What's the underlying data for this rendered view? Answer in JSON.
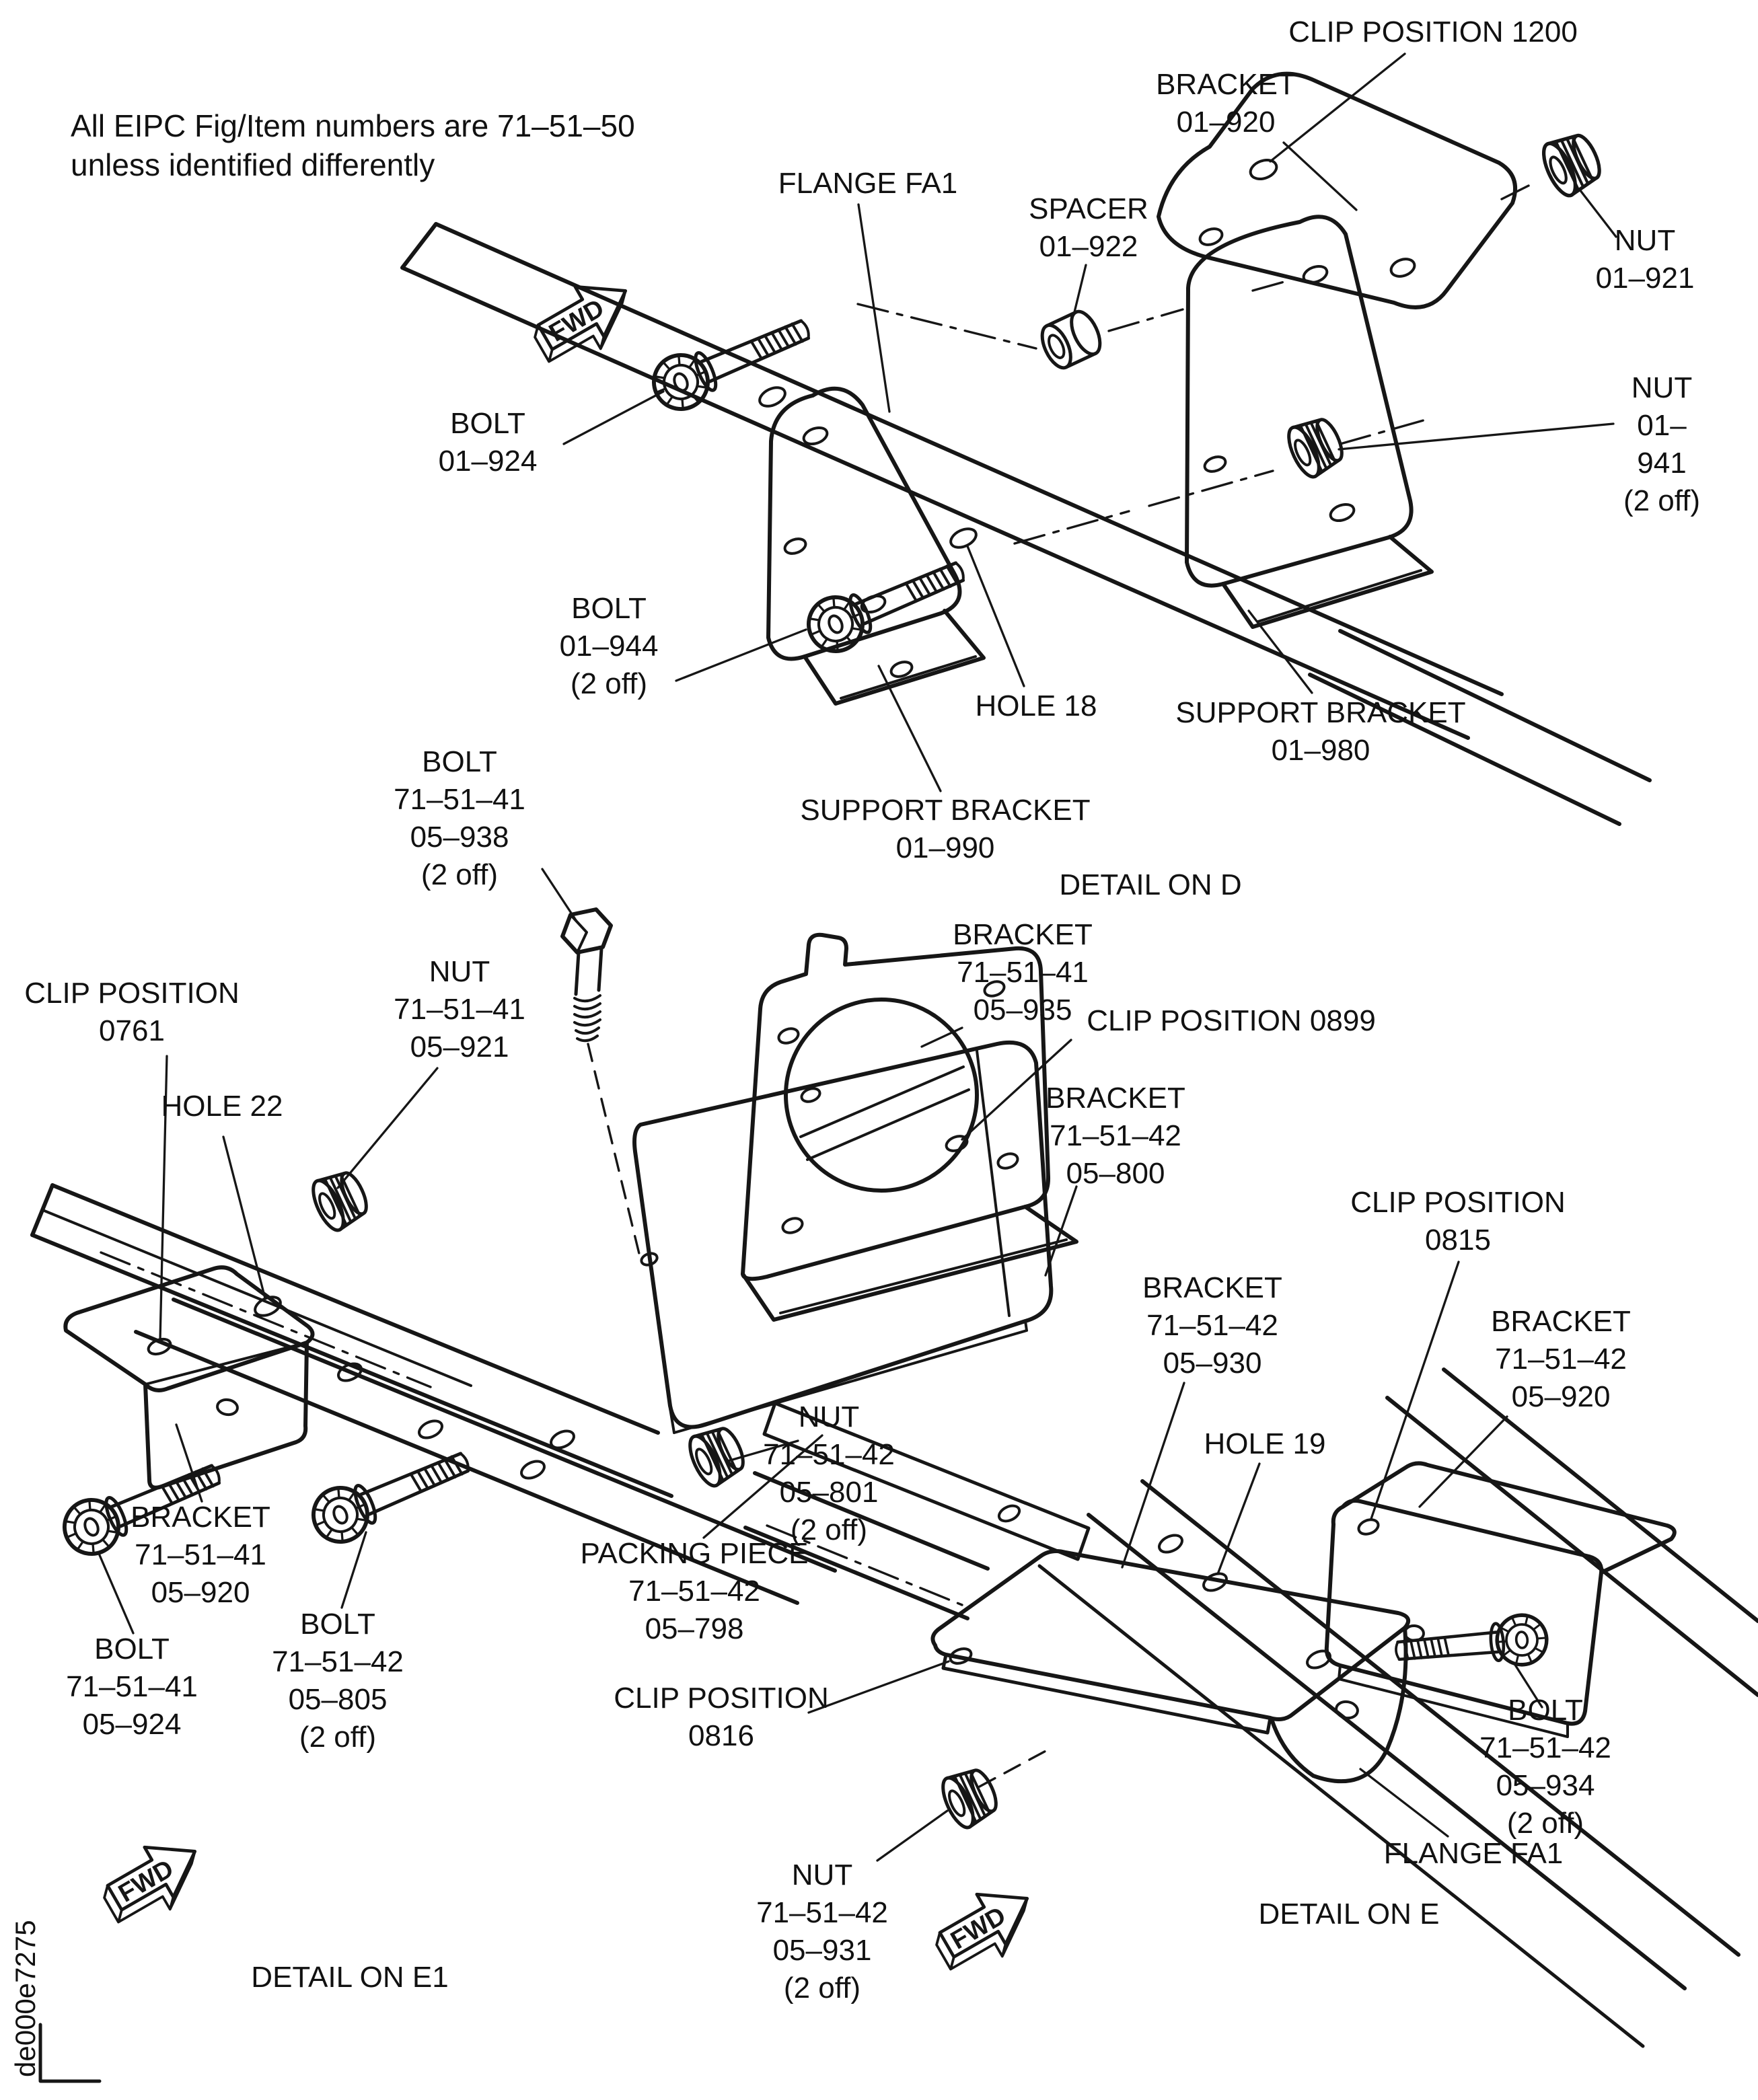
{
  "note": "All EIPC Fig/Item numbers are 71–51–50\nunless identified differently",
  "doc_number": "de000e7275",
  "fwd_label": "FWD",
  "colors": {
    "line": "#161616",
    "background": "#ffffff"
  },
  "labels": {
    "clip_position_1200": "CLIP POSITION 1200",
    "bracket_01_920": "BRACKET\n01–920",
    "nut_01_921": "NUT\n01–921",
    "flange_fa1_top": "FLANGE FA1",
    "spacer_01_922": "SPACER\n01–922",
    "nut_01_941": "NUT\n01–941\n(2 off)",
    "bolt_01_924": "BOLT\n01–924",
    "bolt_01_944": "BOLT\n01–944\n(2 off)",
    "hole_18": "HOLE 18",
    "support_bracket_01_980": "SUPPORT BRACKET\n01–980",
    "support_bracket_01_990": "SUPPORT BRACKET\n01–990",
    "detail_on_d": "DETAIL ON D",
    "bolt_71_51_41_05_938": "BOLT\n71–51–41\n05–938\n(2 off)",
    "nut_71_51_41_05_921": "NUT\n71–51–41\n05–921",
    "bracket_71_51_41_05_935": "BRACKET\n71–51–41\n05–935",
    "clip_position_0899": "CLIP POSITION 0899",
    "bracket_71_51_42_05_800": "BRACKET\n71–51–42\n05–800",
    "clip_position_0761": "CLIP POSITION\n0761",
    "hole_22": "HOLE 22",
    "bracket_71_51_41_05_920": "BRACKET\n71–51–41\n05–920",
    "bolt_71_51_41_05_924": "BOLT\n71–51–41\n05–924",
    "bolt_71_51_42_05_805": "BOLT\n71–51–42\n05–805\n(2 off)",
    "packing_piece_71_51_42_05_798": "PACKING PIECE\n71–51–42\n05–798",
    "nut_71_51_42_05_801": "NUT\n71–51–42\n05–801\n(2 off)",
    "clip_position_0816": "CLIP POSITION\n0816",
    "nut_71_51_42_05_931": "NUT\n71–51–42\n05–931\n(2 off)",
    "bracket_71_51_42_05_930": "BRACKET\n71–51–42\n05–930",
    "hole_19": "HOLE 19",
    "clip_position_0815": "CLIP POSITION\n0815",
    "bracket_71_51_42_05_920": "BRACKET\n71–51–42\n05–920",
    "bolt_71_51_42_05_934": "BOLT\n71–51–42\n05–934\n(2 off)",
    "flange_fa1_bottom": "FLANGE FA1",
    "detail_on_e1": "DETAIL ON E1",
    "detail_on_e": "DETAIL ON E"
  }
}
